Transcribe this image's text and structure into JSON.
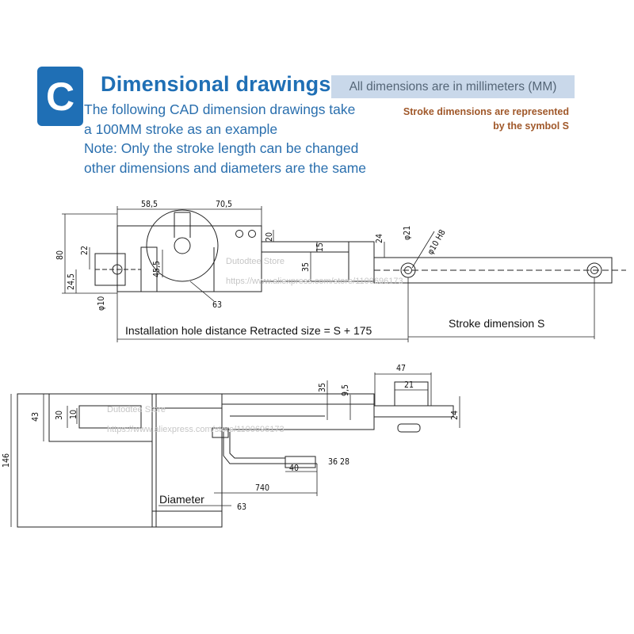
{
  "header": {
    "badge_letter": "C",
    "title": "Dimensional drawings",
    "units_note": "All dimensions are in millimeters (MM)",
    "intro_lines": [
      "The following CAD dimension drawings take",
      "a 100MM stroke as an example",
      "Note: Only the stroke length can be changed",
      "other dimensions and diameters are the same"
    ],
    "stroke_note_lines": [
      "Stroke dimensions are represented",
      "by the symbol S"
    ]
  },
  "top_view": {
    "dims": {
      "d58_5": "58,5",
      "d70_5": "70,5",
      "d80": "80",
      "d22": "22",
      "d24_5": "24,5",
      "d10_left": "φ10",
      "d45_5": "45,5",
      "d63": "63",
      "d20": "20",
      "d15": "15",
      "d35": "35",
      "d24": "24",
      "d21": "φ21",
      "d10_right": "φ10 H8"
    },
    "caption_retracted": "Installation hole distance Retracted size = S + 175",
    "caption_stroke": "Stroke dimension S"
  },
  "side_view": {
    "dims": {
      "d146": "146",
      "d43": "43",
      "d30": "30",
      "d10": "10",
      "d35": "35",
      "d9_5": "9,5",
      "d47": "47",
      "d21": "21",
      "d24": "24",
      "d40": "40",
      "d740": "740",
      "d_wire": "36 28",
      "d63": "63"
    },
    "caption_diameter": "Diameter"
  },
  "watermark": {
    "store_top": "Dutodtee Store",
    "url_top": "https://www.aliexpress.com/store/1100696173",
    "store_bottom": "Dutodtee Store",
    "url_bottom": "https://www.aliexpress.com/store/1100696173"
  }
}
